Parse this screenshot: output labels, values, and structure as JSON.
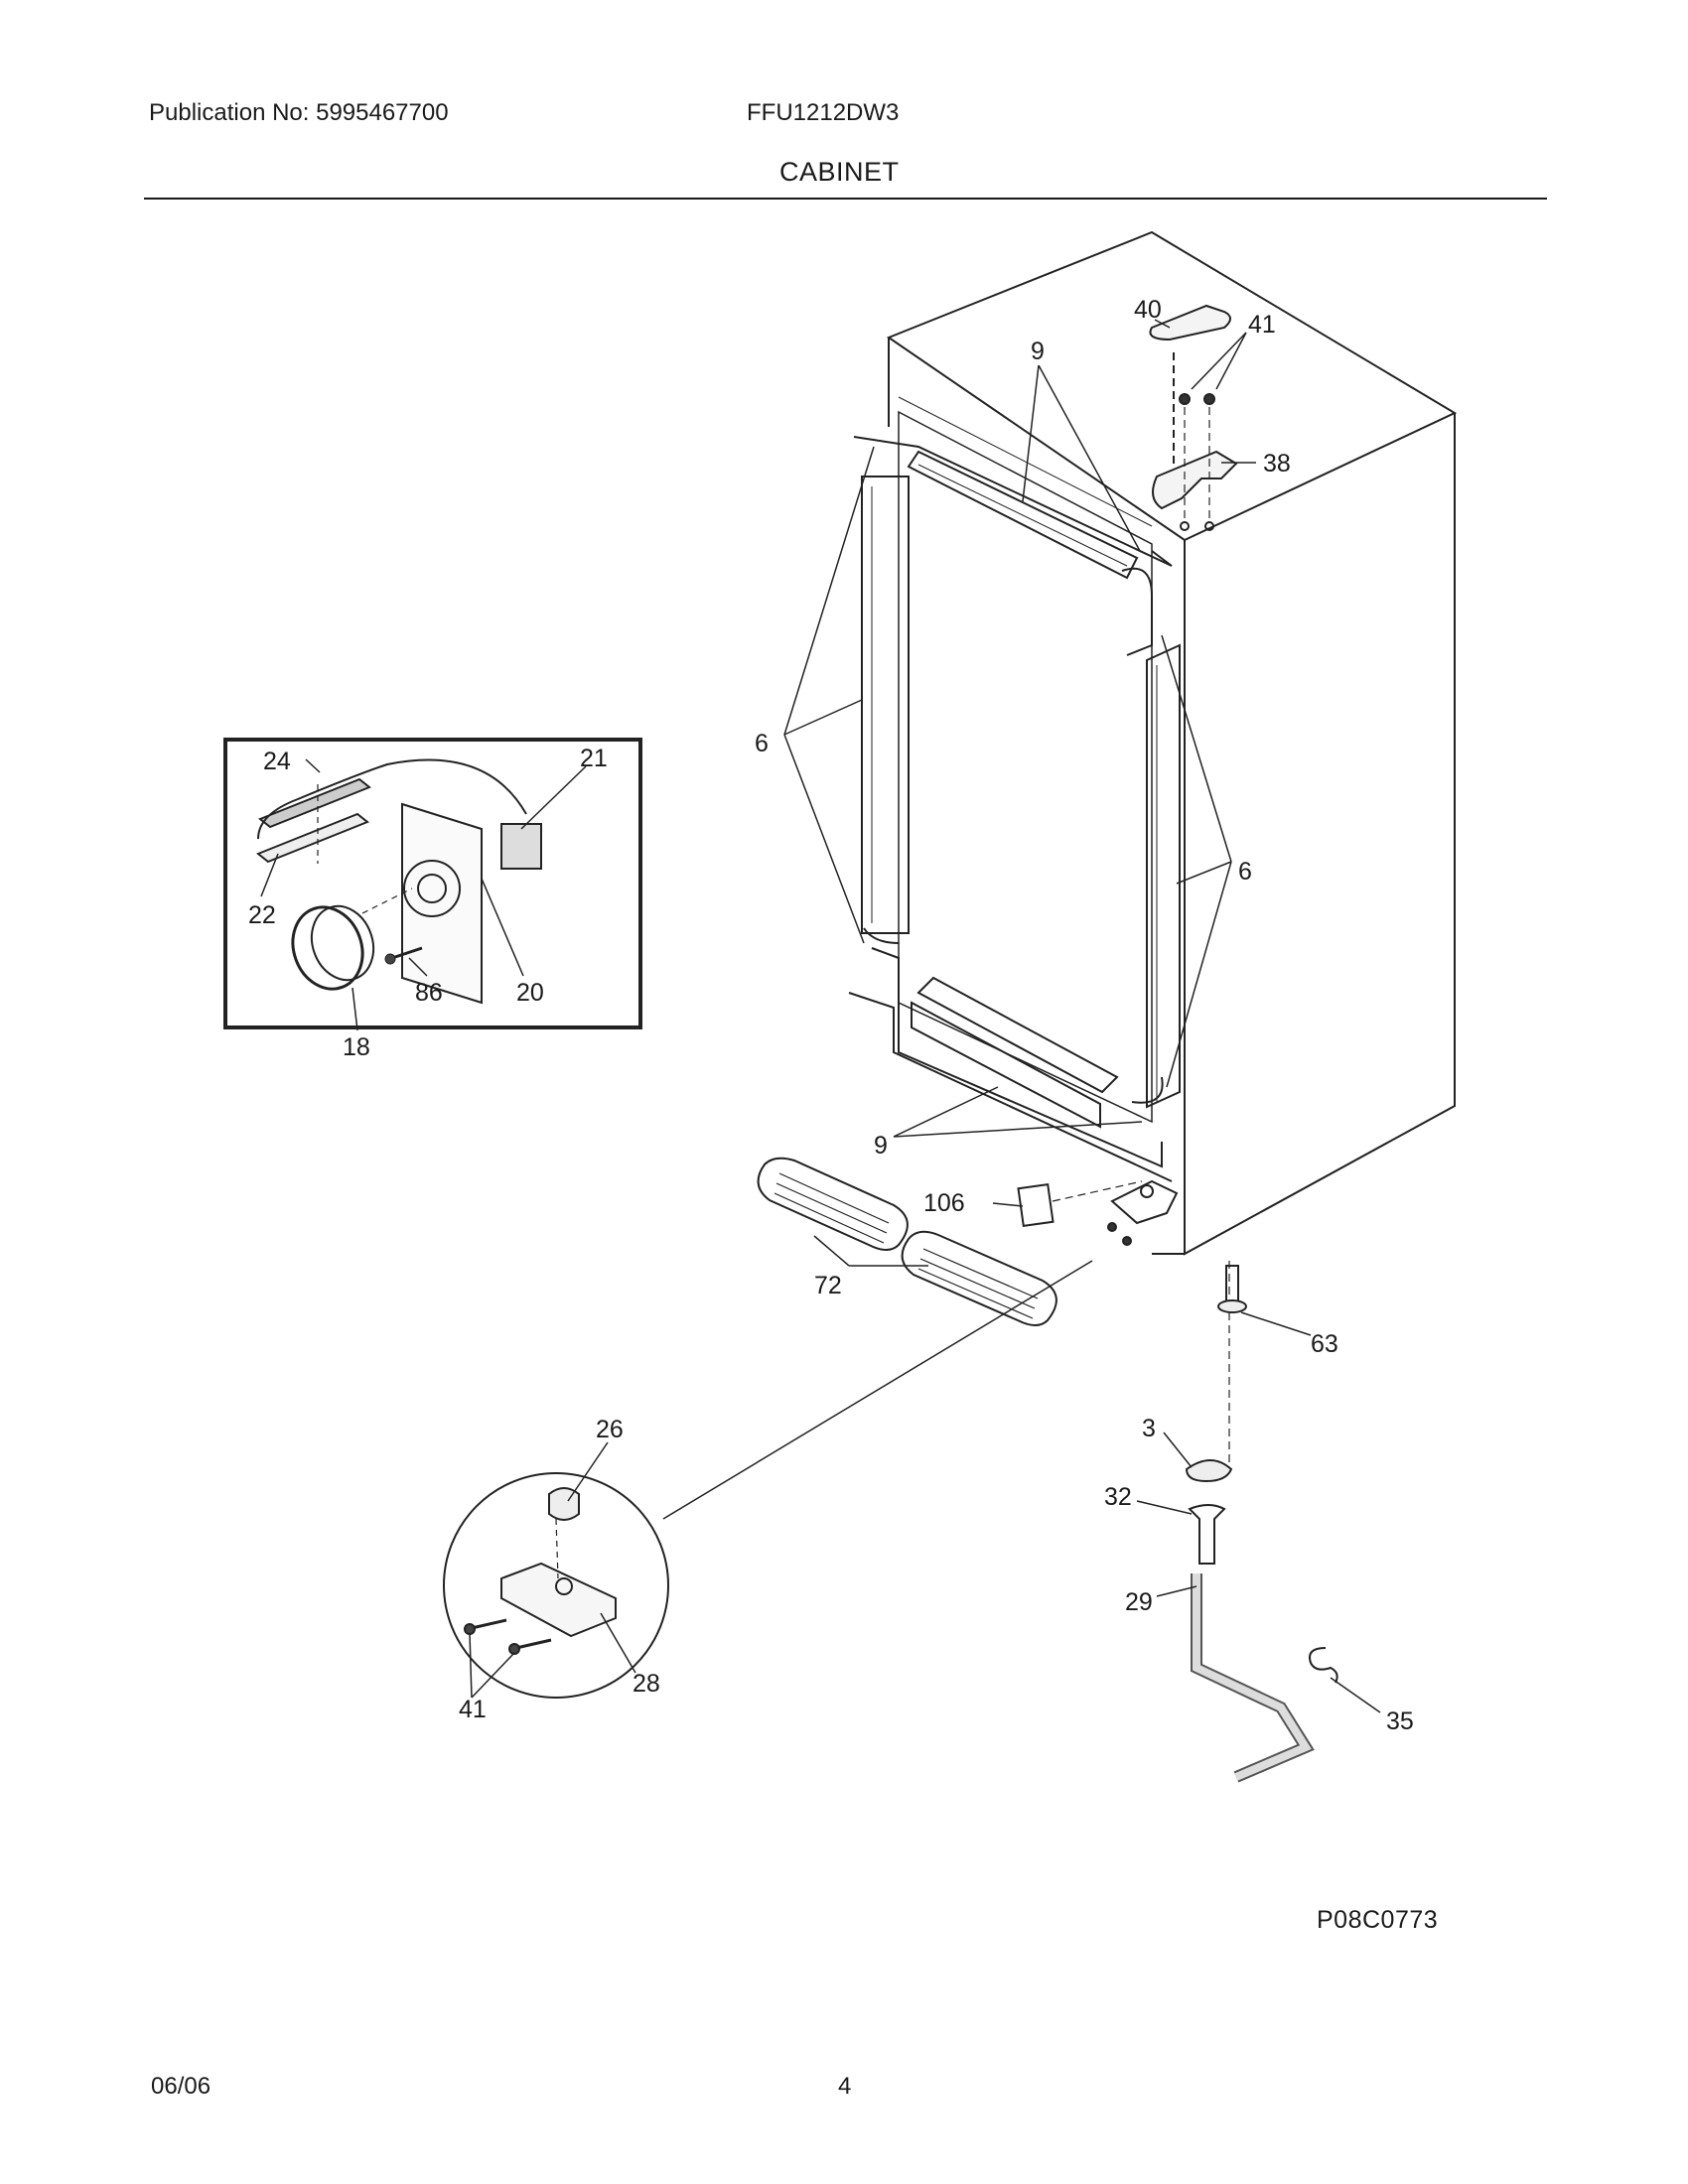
{
  "header": {
    "publication": "Publication No: 5995467700",
    "model": "FFU1212DW3",
    "section_title": "CABINET"
  },
  "callouts": {
    "c40": "40",
    "c41a": "41",
    "c38": "38",
    "c9a": "9",
    "c6a": "6",
    "c6b": "6",
    "c9b": "9",
    "c106": "106",
    "c72": "72",
    "c63": "63",
    "c3": "3",
    "c32": "32",
    "c29": "29",
    "c35": "35",
    "c26": "26",
    "c28": "28",
    "c41b": "41",
    "c24": "24",
    "c21": "21",
    "c22": "22",
    "c86": "86",
    "c20": "20",
    "c18": "18"
  },
  "footer": {
    "figure_id": "P08C0773",
    "date": "06/06",
    "page": "4"
  }
}
